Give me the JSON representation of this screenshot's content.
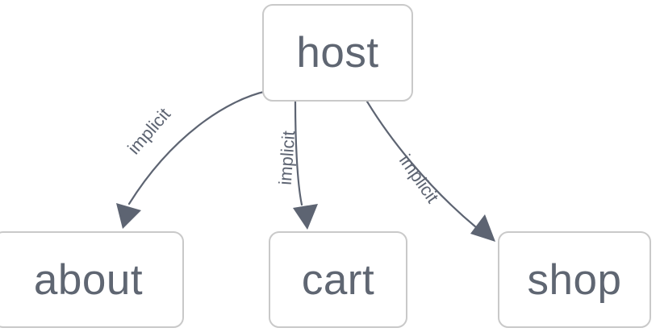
{
  "diagram": {
    "type": "directed-graph",
    "background_color": "#ffffff",
    "node_fill": "#ffffff",
    "node_border_color": "#c9c9c9",
    "node_text_color": "#5f6672",
    "edge_color": "#5d6472",
    "nodes": [
      {
        "id": "host",
        "label": "host"
      },
      {
        "id": "about",
        "label": "about"
      },
      {
        "id": "cart",
        "label": "cart"
      },
      {
        "id": "shop",
        "label": "shop"
      }
    ],
    "edges": [
      {
        "from": "host",
        "to": "about",
        "label": "implicit"
      },
      {
        "from": "host",
        "to": "cart",
        "label": "implicit"
      },
      {
        "from": "host",
        "to": "shop",
        "label": "implicit"
      }
    ]
  }
}
